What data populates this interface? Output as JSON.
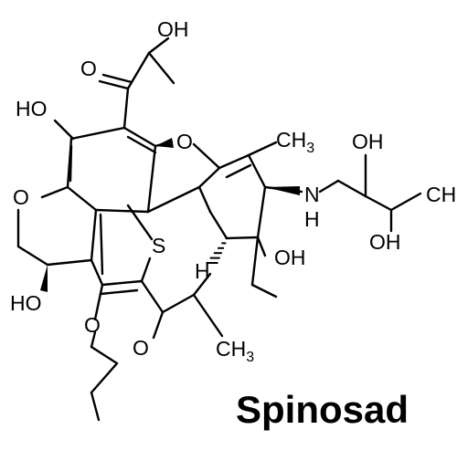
{
  "diagram": {
    "title": "Spinosad",
    "colors": {
      "ink": "#000000",
      "background": "#ffffff"
    },
    "atoms": {
      "oh_top": "OH",
      "o_ketone_top": "O",
      "ho_left": "HO",
      "o_furan": "O",
      "ch3_right": "CH",
      "ch3_right_sub": "3",
      "oh_right_top": "OH",
      "n_amine": "N",
      "h_amine": "H",
      "ch_far_right": "CH",
      "oh_right_bottom": "OH",
      "o_pyran": "O",
      "s_thio": "S",
      "oh_ring": "OH",
      "h_ring": "H",
      "ho_bottom_left": "HO",
      "o_ether": "O",
      "o_ketone_bottom": "O",
      "ch3_bottom": "CH",
      "ch3_bottom_sub": "3"
    }
  }
}
